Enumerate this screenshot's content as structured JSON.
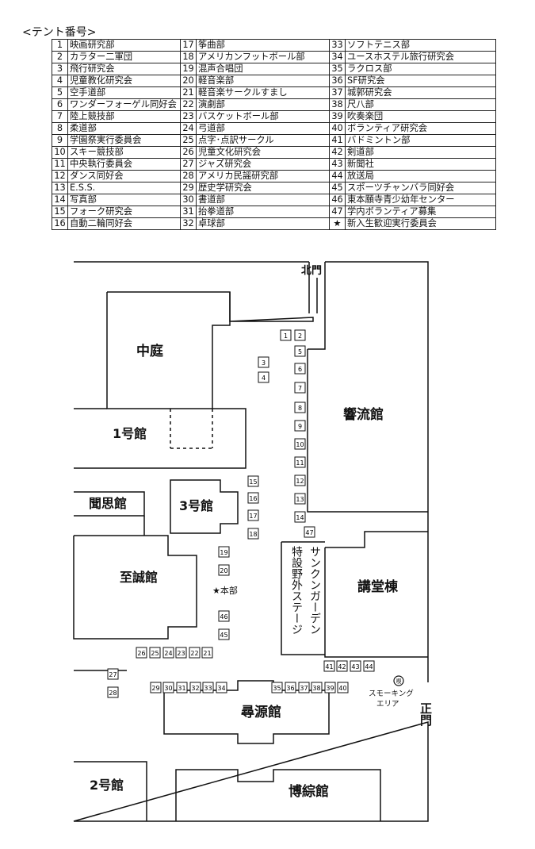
{
  "header": {
    "title": "<テント番号>"
  },
  "tents": [
    {
      "no": "1",
      "name": "映画研究部"
    },
    {
      "no": "2",
      "name": "カラター二軍団"
    },
    {
      "no": "3",
      "name": "飛行研究会"
    },
    {
      "no": "4",
      "name": "児童教化研究会"
    },
    {
      "no": "5",
      "name": "空手道部"
    },
    {
      "no": "6",
      "name": "ワンダーフォーゲル同好会"
    },
    {
      "no": "7",
      "name": "陸上競技部"
    },
    {
      "no": "8",
      "name": "柔道部"
    },
    {
      "no": "9",
      "name": "学園祭実行委員会"
    },
    {
      "no": "10",
      "name": "スキー競技部"
    },
    {
      "no": "11",
      "name": "中央執行委員会"
    },
    {
      "no": "12",
      "name": "ダンス同好会"
    },
    {
      "no": "13",
      "name": "E.S.S."
    },
    {
      "no": "14",
      "name": "写真部"
    },
    {
      "no": "15",
      "name": "フォーク研究会"
    },
    {
      "no": "16",
      "name": "自動二輪同好会"
    },
    {
      "no": "17",
      "name": "筝曲部"
    },
    {
      "no": "18",
      "name": "アメリカンフットボール部"
    },
    {
      "no": "19",
      "name": "混声合唱団"
    },
    {
      "no": "20",
      "name": "軽音楽部"
    },
    {
      "no": "21",
      "name": "軽音楽サークルすまし"
    },
    {
      "no": "22",
      "name": "演劇部"
    },
    {
      "no": "23",
      "name": "バスケットボール部"
    },
    {
      "no": "24",
      "name": "弓道部"
    },
    {
      "no": "25",
      "name": "点字･点訳サークル"
    },
    {
      "no": "26",
      "name": "児童文化研究会"
    },
    {
      "no": "27",
      "name": "ジャズ研究会"
    },
    {
      "no": "28",
      "name": "アメリカ民謡研究部"
    },
    {
      "no": "29",
      "name": "歴史学研究会"
    },
    {
      "no": "30",
      "name": "書道部"
    },
    {
      "no": "31",
      "name": "抬拳道部"
    },
    {
      "no": "32",
      "name": "卓球部"
    },
    {
      "no": "33",
      "name": "ソフトテニス部"
    },
    {
      "no": "34",
      "name": "ユースホステル旅行研究会"
    },
    {
      "no": "35",
      "name": "ラクロス部"
    },
    {
      "no": "36",
      "name": "SF研究会"
    },
    {
      "no": "37",
      "name": "城郭研究会"
    },
    {
      "no": "38",
      "name": "尺八部"
    },
    {
      "no": "39",
      "name": "吹奏楽団"
    },
    {
      "no": "40",
      "name": "ボランティア研究会"
    },
    {
      "no": "41",
      "name": "バドミントン部"
    },
    {
      "no": "42",
      "name": "剣道部"
    },
    {
      "no": "43",
      "name": "新聞社"
    },
    {
      "no": "44",
      "name": "放送局"
    },
    {
      "no": "45",
      "name": "スポーツチャンバラ同好会"
    },
    {
      "no": "46",
      "name": "東本願寺青少幼年センター"
    },
    {
      "no": "47",
      "name": "学内ボランティア募集"
    },
    {
      "no": "★",
      "name": "新入生歓迎実行委員会"
    }
  ],
  "map": {
    "buildings": {
      "nakaniwa": "中庭",
      "building1": "1号館",
      "building3": "3号館",
      "monshi": "聞思館",
      "shisei": "至誠館",
      "kyoryu": "響流館",
      "kodo": "講堂棟",
      "jingen": "尋源館",
      "building2": "2号館",
      "hakusou": "博綜館",
      "stage_line1": "サンクンガーデン",
      "stage_line2": "特設野外ステージ"
    },
    "labels": {
      "north_gate": "北門",
      "main_gate": "正門",
      "hq": "★本部",
      "smoking_line1": "スモーキング",
      "smoking_line2": "エリア",
      "smoking_icon_text": "喫"
    }
  }
}
